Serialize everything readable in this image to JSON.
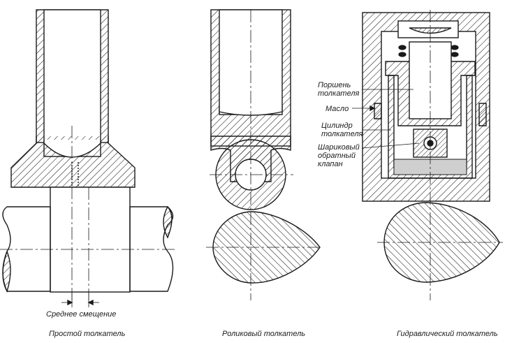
{
  "colors": {
    "line": "#1a1a1a",
    "hatch": "#1a1a1a",
    "oil": "#555555",
    "background": "#ffffff"
  },
  "labels": {
    "offset": "Среднее смещение",
    "piston": "Поршень толкателя",
    "oil": "Масло",
    "cylinder": "Цилиндр толкателя",
    "check_valve": "Шариковый обратный клапан"
  },
  "captions": {
    "simple": "Простой толкатель",
    "roller": "Роликовый толкатель",
    "hydraulic": "Гидравлический толкатель"
  }
}
